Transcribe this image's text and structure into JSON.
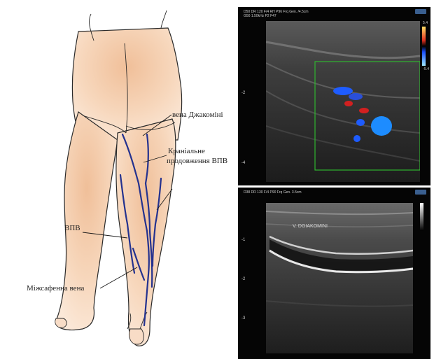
{
  "illustration": {
    "labels": {
      "giacomini_vein": "вена Джакоміні",
      "cranial_extension_line1": "Краніальне",
      "cranial_extension_line2": "продовження ВПВ",
      "small_saphenous": "ВПВ",
      "intersaphenous": "Міжсафенна вена"
    }
  },
  "ultrasound_top": {
    "header_line1": "D50 DR 120 F/4 RH P96 Frq Gen. /4.5cm",
    "header_line2": "G50 1.50kHz P2 F47",
    "color_scale_top": "5.4",
    "color_scale_bottom": "-5.4",
    "depth_ticks": [
      "-2",
      "-4"
    ],
    "colors": {
      "flow_red": "#d22020",
      "flow_blue": "#1e5cff",
      "roi_box": "#2fb52f"
    }
  },
  "ultrasound_bottom": {
    "header_line1": "D38 DR 130 F/4 P90 Frq Gen. 3.5cm",
    "vessel_label": "V. DGIAKOMINI",
    "depth_ticks": [
      "-1",
      "-2",
      "-3"
    ]
  }
}
